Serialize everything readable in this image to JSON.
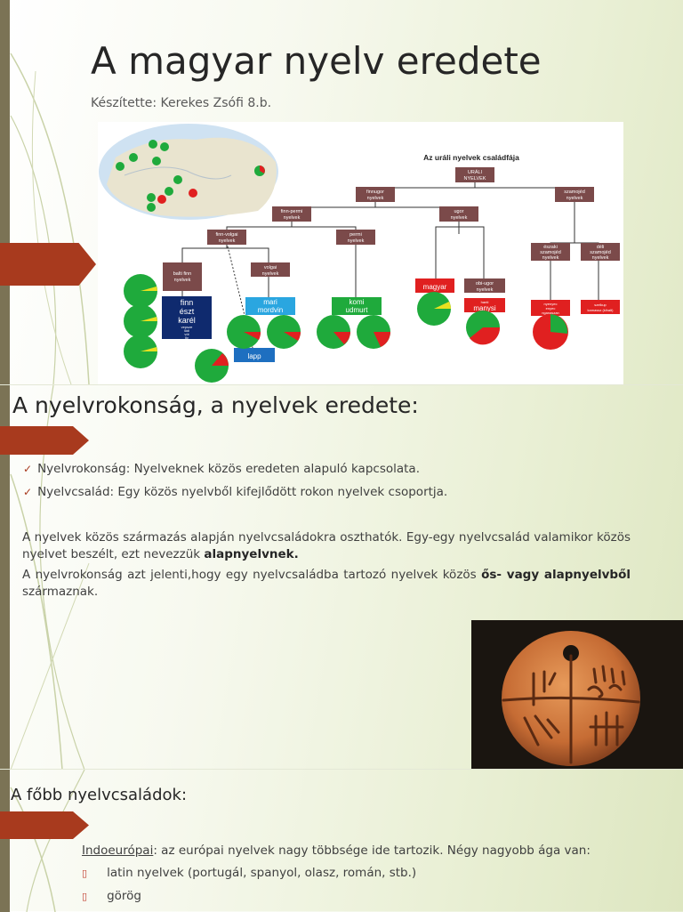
{
  "slide1": {
    "title": "A magyar nyelv eredete",
    "subtitle": "Készítette: Kerekes Zsófi 8.b.",
    "diagram": {
      "title": "Az uráli nyelvek családfája",
      "nodes": {
        "root": [
          "URÁLI",
          "NYELVEK"
        ],
        "finnugor": [
          "finnugor",
          "nyelvek"
        ],
        "szamojed": [
          "szamojéd",
          "nyelvek"
        ],
        "finnpermi": [
          "finn-permi",
          "nyelvek"
        ],
        "ugor": [
          "ugor",
          "nyelvek"
        ],
        "finnvolgai": [
          "finn-volgai",
          "nyelvek"
        ],
        "permi": [
          "permi",
          "nyelvek"
        ],
        "eszaki": [
          "északi",
          "szamojéd",
          "nyelvek"
        ],
        "deli": [
          "déli",
          "szamojéd",
          "nyelvek"
        ],
        "balti": [
          "balti finn",
          "nyelvek"
        ],
        "volgai": [
          "volgai",
          "nyelvek"
        ],
        "obiugor": [
          "obi-ugor",
          "nyelvek"
        ],
        "finn": [
          "finn",
          "észt",
          "karél"
        ],
        "finn_small": [
          "vepsze",
          "lüdi",
          "vót",
          "liv"
        ],
        "mari": [
          "mari",
          "mordvin"
        ],
        "komi": [
          "komi",
          "udmurt"
        ],
        "magyar": "magyar",
        "manysi": [
          "hanti",
          "manysi"
        ],
        "lapp": "lapp",
        "nyenyec": [
          "nyenyec",
          "enyec",
          "nganaszan"
        ],
        "szelkup": [
          "szelkup",
          "kamassz (kihalt)"
        ]
      }
    }
  },
  "slide2": {
    "title": "A nyelvrokonság, a nyelvek eredete:",
    "bullets": [
      "Nyelvrokonság: Nyelveknek közös eredeten alapuló kapcsolata.",
      "Nyelvcsalád: Egy közös nyelvből kifejlődött rokon nyelvek csoportja."
    ],
    "para1_text": "A nyelvek közös származás alapján nyelvcsaládokra oszthatók. Egy-egy nyelvcsalád valamikor közös nyelvet beszélt, ezt nevezzük ",
    "para1_bold": "alapnyelvnek.",
    "para2_text": "A nyelvrokonság azt jelenti,hogy egy nyelvcsaládba tartozó nyelvek közös ",
    "para2_bold": "ős- vagy alapnyelvből",
    "para2_tail": " származnak."
  },
  "slide3": {
    "title": "A főbb nyelvcsaládok:",
    "family_name": "Indoeurópai",
    "family_text": ":  az európai nyelvek nagy többsége ide tartozik. Négy nagyobb ága van:",
    "branches": [
      "latin nyelvek (portugál, spanyol, olasz, román, stb.)",
      "görög"
    ]
  },
  "colors": {
    "accent": "#a83a1e",
    "node_brown": "#7b4a4a",
    "node_red": "#e02020",
    "node_green": "#1faa3c",
    "node_cyan": "#2aa6e0",
    "node_blue": "#1e6fc0",
    "node_navy": "#0f2a6e"
  }
}
